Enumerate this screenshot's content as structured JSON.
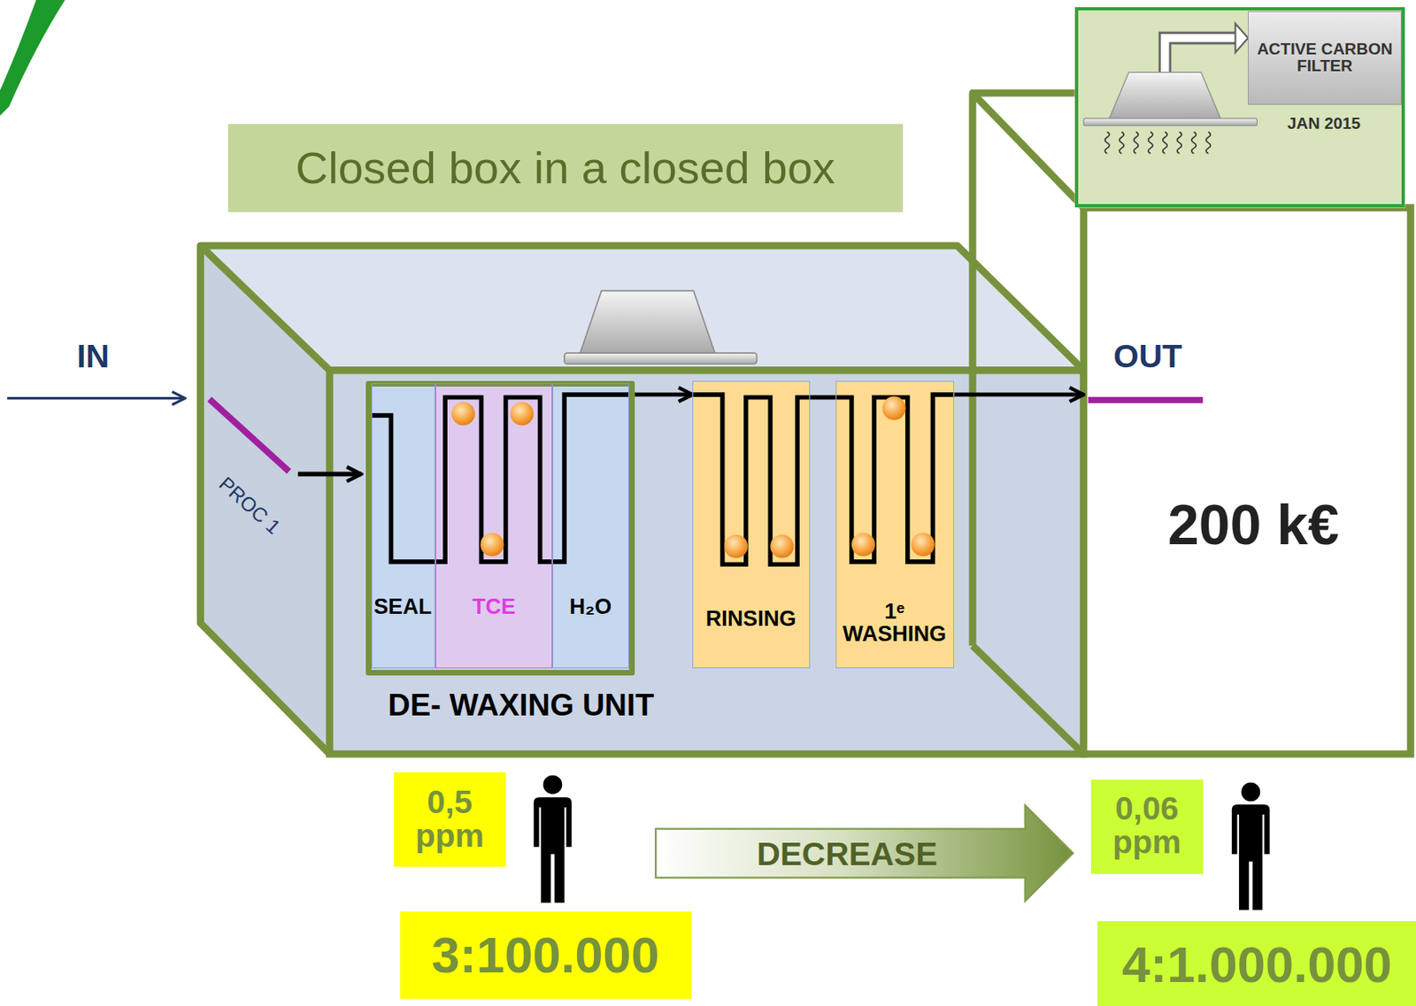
{
  "diagram": {
    "title": "Closed box in a closed box",
    "nodes": [
      {
        "text": [
          "PROC 1"
        ]
      },
      {
        "text": [
          "DE- WAXING UNIT"
        ],
        "in": 0
      },
      {
        "text": [
          "SEAL"
        ],
        "in": 1
      },
      {
        "text": [
          "TCE"
        ],
        "in": 1
      },
      {
        "text": [
          "H₂O"
        ],
        "in": 1
      },
      {
        "text": [
          "RINSING"
        ],
        "in": 0
      },
      {
        "text": [
          "1ᵉ WASHING"
        ],
        "in": 0
      },
      {
        "text": [
          "200 k€"
        ]
      },
      {
        "text": [
          "JAN 2015"
        ]
      },
      {
        "text": [
          "ACTIVE CARBON FILTER"
        ],
        "in": 8
      },
      {
        "text": [
          "0,5 ppm"
        ]
      },
      {
        "text": [
          "3:100.000"
        ]
      },
      {
        "text": [
          "DECREASE"
        ]
      },
      {
        "text": [
          "0,06 ppm"
        ]
      },
      {
        "text": [
          "4:1.000.000"
        ]
      }
    ],
    "edges": [
      {
        "from": 1,
        "to": 5,
        "arrow": "to"
      },
      {
        "from": 6,
        "to": 7,
        "arrow": "to"
      }
    ],
    "labels": [
      "IN",
      "OUT"
    ]
  }
}
